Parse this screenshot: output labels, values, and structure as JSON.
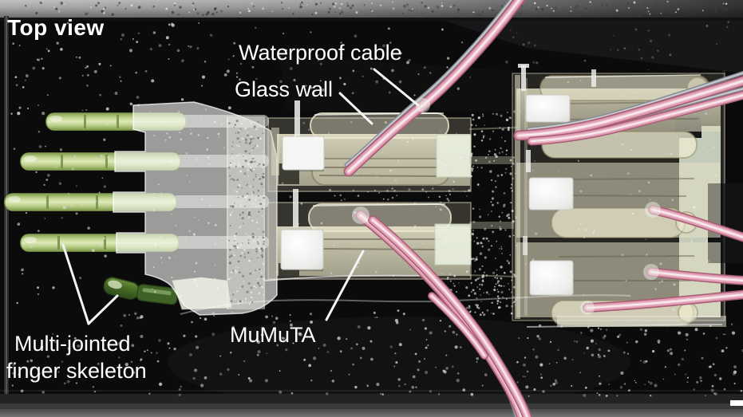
{
  "figure": {
    "title": "Top view",
    "annotations": {
      "waterproof_cable": "Waterproof cable",
      "glass_wall": "Glass wall",
      "mumuta": "MuMuTA",
      "multi_jointed_line1": "Multi-jointed",
      "multi_jointed_line2": "finger skeleton"
    },
    "colors": {
      "background": "#0b0b0b",
      "label_text": "#ffffff",
      "annotation_line": "#f4f4f4",
      "finger_green": "#b4cb83",
      "thumb_green": "#4f742b",
      "module_cream": "#e6e1bf",
      "foam_white": "#f5f5f3",
      "cable_pink": "#df9cb0",
      "cable_dark_pink": "#a75d74",
      "cable_gray": "#848b93",
      "tank_rim_gray": "#9f9fa1",
      "scale_bar": "#ffffff"
    }
  }
}
